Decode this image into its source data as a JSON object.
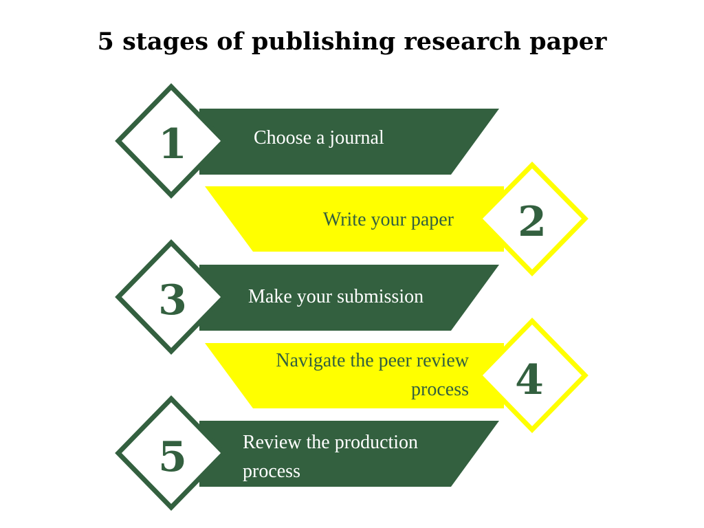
{
  "title": "5 stages of publishing research paper",
  "colors": {
    "green": "#33603f",
    "yellow": "#ffff00",
    "white": "#ffffff"
  },
  "steps": [
    {
      "number": "1",
      "lines": [
        "Choose a journal"
      ]
    },
    {
      "number": "2",
      "lines": [
        "Write your paper"
      ]
    },
    {
      "number": "3",
      "lines": [
        "Make your submission"
      ]
    },
    {
      "number": "4",
      "lines": [
        "Navigate the peer review",
        "process"
      ]
    },
    {
      "number": "5",
      "lines": [
        "Review the production",
        "process"
      ]
    }
  ]
}
